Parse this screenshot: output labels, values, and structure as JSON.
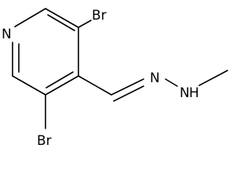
{
  "molecule": {
    "atoms": {
      "ring_nitrogen": "N",
      "bromine_top": "Br",
      "bromine_bottom": "Br",
      "hydrazone_nitrogen": "N",
      "nh_nitrogen": "N",
      "nh_hydrogen": "H"
    }
  }
}
